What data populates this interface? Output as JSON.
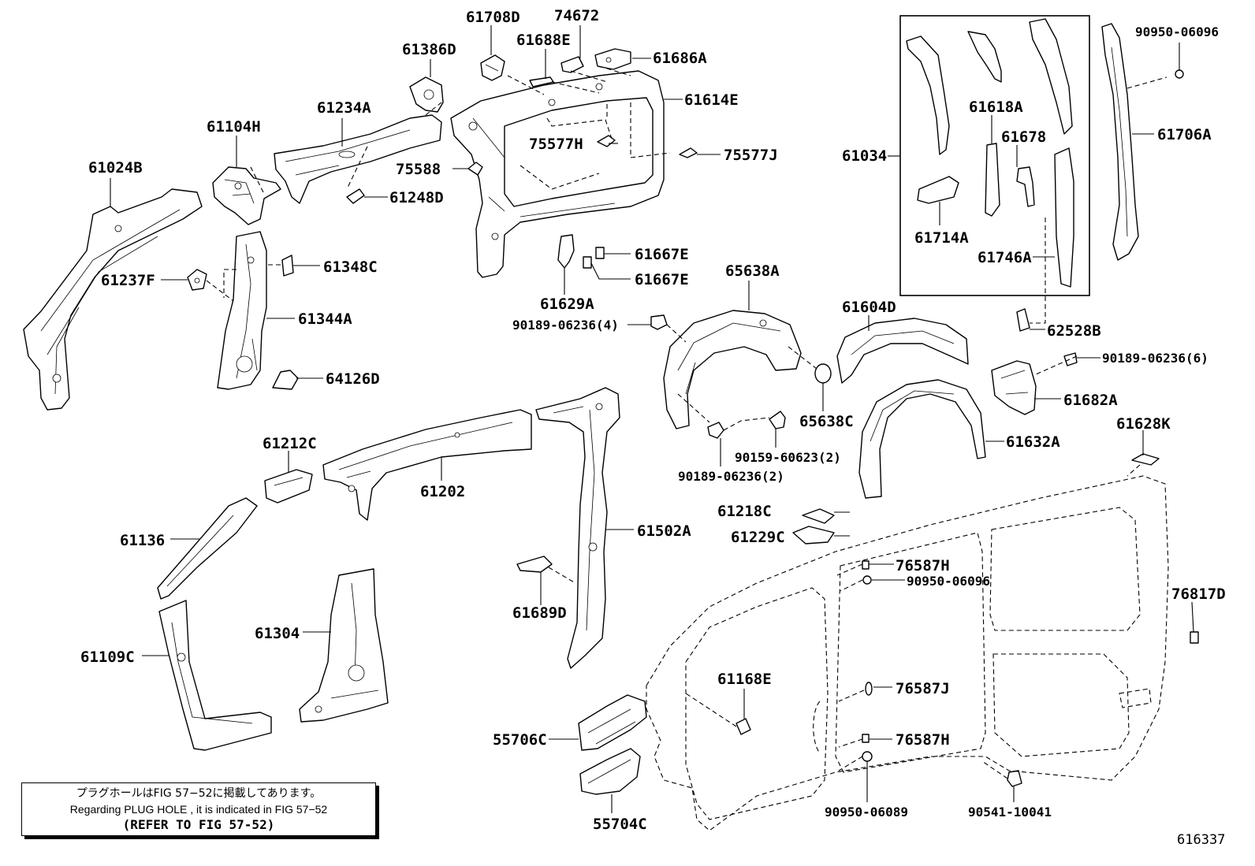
{
  "labels": {
    "p61708D": "61708D",
    "p74672": "74672",
    "p61688E": "61688E",
    "p61386D": "61386D",
    "p61686A": "61686A",
    "p61614E": "61614E",
    "p61234A": "61234A",
    "p61104H": "61104H",
    "p61024B": "61024B",
    "p75577H": "75577H",
    "p75577J": "75577J",
    "p75588": "75588",
    "p61248D": "61248D",
    "p61348C": "61348C",
    "p61237F": "61237F",
    "p61344A": "61344A",
    "p64126D": "64126D",
    "p61667E_1": "61667E",
    "p61667E_2": "61667E",
    "p61629A": "61629A",
    "p90189_4": "90189-06236(4)",
    "p65638A": "65638A",
    "p61604D": "61604D",
    "p65638C": "65638C",
    "p90159_2": "90159-60623(2)",
    "p90189_2": "90189-06236(2)",
    "p61632A": "61632A",
    "p90950_top": "90950-06096",
    "p61706A": "61706A",
    "p61034": "61034",
    "p61618A": "61618A",
    "p61678": "61678",
    "p61714A": "61714A",
    "p61746A": "61746A",
    "p62528B": "62528B",
    "p90189_6": "90189-06236(6)",
    "p61682A": "61682A",
    "p61628K": "61628K",
    "p61212C": "61212C",
    "p61202": "61202",
    "p61136": "61136",
    "p61502A": "61502A",
    "p61218C": "61218C",
    "p61229C": "61229C",
    "p76587H_1": "76587H",
    "p90950_mid": "90950-06096",
    "p76817D": "76817D",
    "p61689D": "61689D",
    "p61304": "61304",
    "p61109C": "61109C",
    "p61168E": "61168E",
    "p76587J": "76587J",
    "p55706C": "55706C",
    "p76587H_2": "76587H",
    "p55704C": "55704C",
    "p90950_06089": "90950-06089",
    "p90541": "90541-10041"
  },
  "note": {
    "line_jp": "プラグホールはFIG 57−52に掲載してあります。",
    "line_en": "Regarding PLUG HOLE , it is indicated in FIG 57−52",
    "line_ref": "(REFER TO FIG 57-52)"
  },
  "figure_id": "616337"
}
